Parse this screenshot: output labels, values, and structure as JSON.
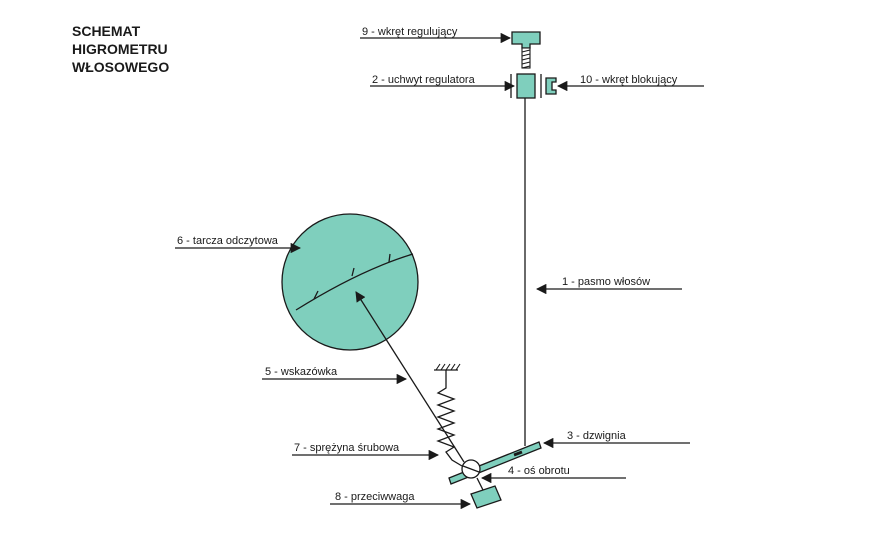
{
  "title": {
    "line1": "SCHEMAT",
    "line2": "HIGROMETRU",
    "line3": "WŁOSOWEGO"
  },
  "labels": {
    "screw": "9 - wkręt regulujący",
    "holder": "2 - uchwyt regulatora",
    "lock": "10 - wkręt blokujący",
    "dial": "6 - tarcza odczytowa",
    "hair": "1 - pasmo włosów",
    "pointer": "5 - wskazówka",
    "lever": "3 - dzwignia",
    "spring": "7 - sprężyna śrubowa",
    "pivot": "4 - oś obrotu",
    "counterweight": "8 - przeciwwaga"
  },
  "colors": {
    "part_fill": "#7fcfbd",
    "line": "#1a1a1a"
  }
}
